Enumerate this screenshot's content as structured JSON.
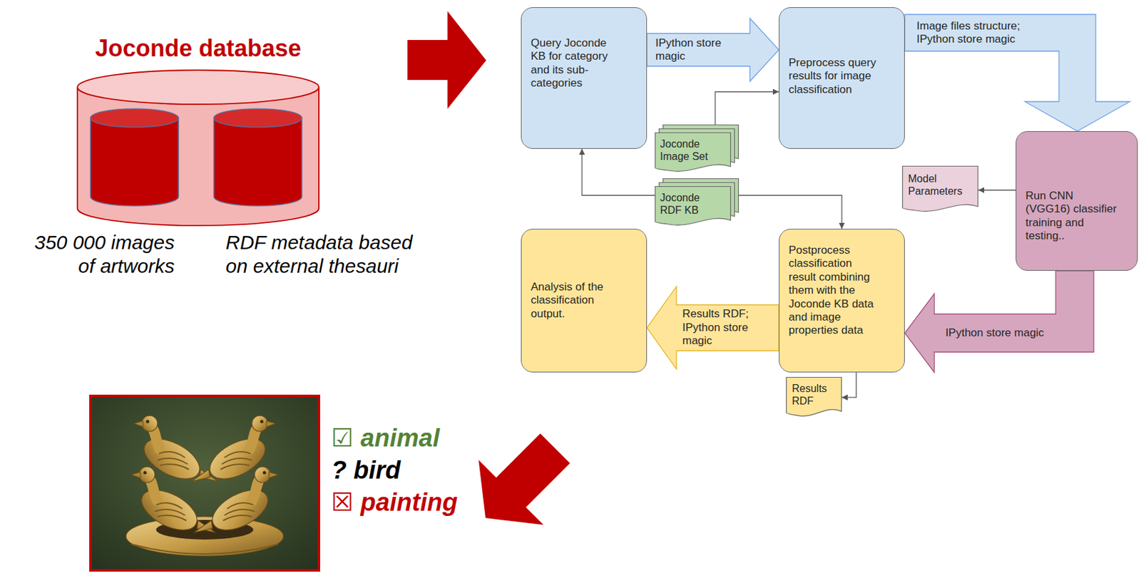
{
  "diagram": {
    "title": "Joconde database",
    "nodes": [
      {
        "text": [
          "Query Joconde KB for category and its sub-categories"
        ]
      },
      {
        "text": [
          "Preprocess query results for image classification"
        ]
      },
      {
        "text": [
          "Joconde Image Set"
        ]
      },
      {
        "text": [
          "Joconde RDF KB"
        ]
      },
      {
        "text": [
          "Model Parameters"
        ]
      },
      {
        "text": [
          "Run CNN (VGG16) classifier training and testing.."
        ]
      },
      {
        "text": [
          "Analysis of the classification output."
        ]
      },
      {
        "text": [
          "Postprocess classification result combining them with the Joconde KB data and image properties data"
        ]
      },
      {
        "text": [
          "Results RDF"
        ]
      }
    ],
    "edges": [
      {
        "from": 0,
        "to": 1,
        "arrow": "to",
        "label": "IPython store magic"
      },
      {
        "from": 1,
        "to": 5,
        "arrow": "to",
        "label": "Image files structure; IPython store magic"
      },
      {
        "from": 5,
        "to": 7,
        "arrow": "to",
        "label": "IPython store magic"
      },
      {
        "from": 7,
        "to": 6,
        "arrow": "to",
        "label": "Results RDF; IPython store magic"
      },
      {
        "from": 2,
        "to": 1,
        "arrow": "to"
      },
      {
        "from": 3,
        "to": 0,
        "arrow": "to"
      },
      {
        "from": 3,
        "to": 7,
        "arrow": "to"
      },
      {
        "from": 5,
        "to": 4,
        "arrow": "to"
      },
      {
        "from": 7,
        "to": 8,
        "arrow": "to"
      }
    ],
    "labels": [
      "350 000 images of artworks",
      "RDF metadata based on external thesauri",
      "☑ animal",
      "? bird",
      "☒ painting"
    ]
  }
}
